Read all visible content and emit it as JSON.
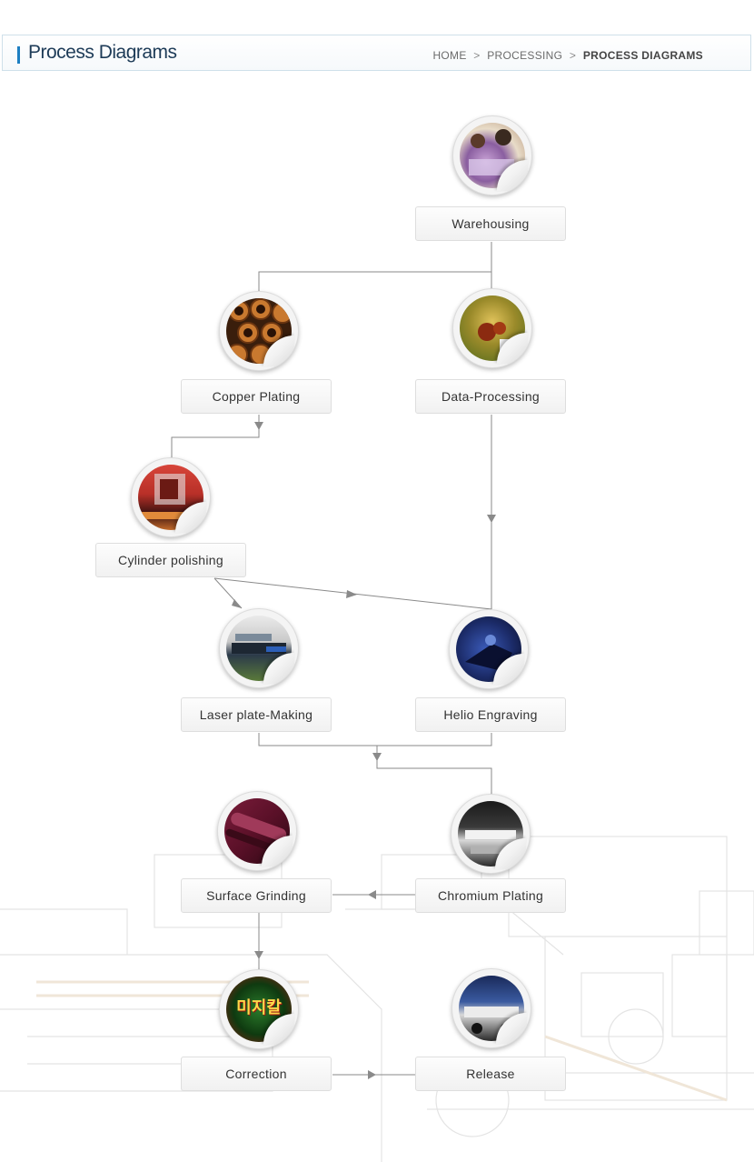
{
  "header": {
    "title": "Process Diagrams",
    "breadcrumb": {
      "home": "HOME",
      "section": "PROCESSING",
      "current": "PROCESS DIAGRAMS",
      "separator": ">"
    }
  },
  "colors": {
    "accent": "#1d7fc2",
    "connector": "#8a8a8a"
  },
  "steps": {
    "warehousing": "Warehousing",
    "copper_plating": "Copper Plating",
    "data_processing": "Data-Processing",
    "cylinder_polishing": "Cylinder polishing",
    "laser_plate_making": "Laser plate-Making",
    "helio_engraving": "Helio Engraving",
    "surface_grinding": "Surface Grinding",
    "chromium_plating": "Chromium Plating",
    "correction": "Correction",
    "release": "Release"
  },
  "badge_text": "미지칼"
}
